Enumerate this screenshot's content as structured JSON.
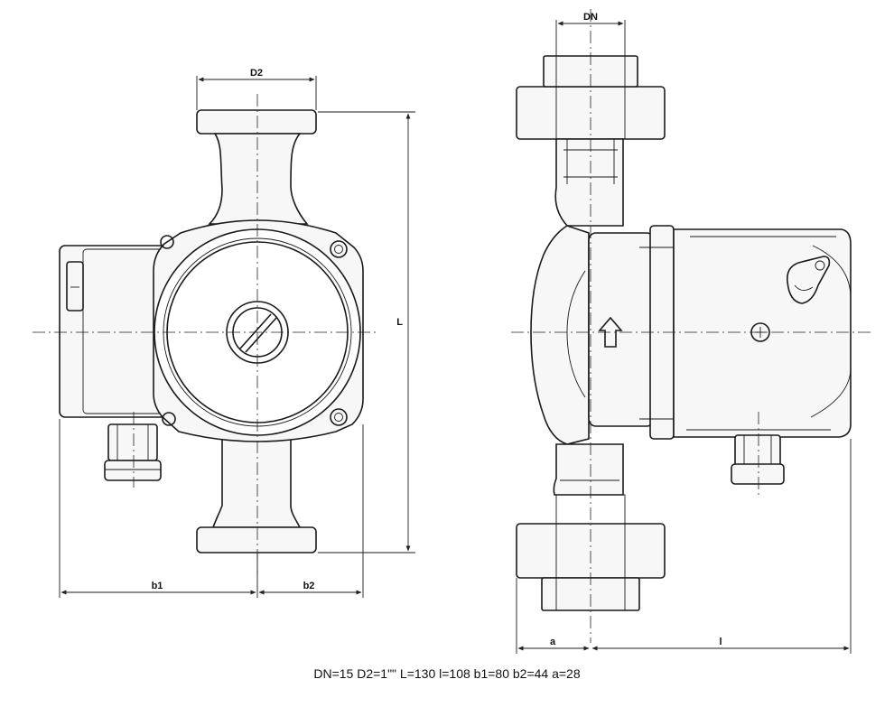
{
  "labels": {
    "front_d2": "D2",
    "front_L": "L",
    "front_b1": "b1",
    "front_b2": "b2",
    "side_dn": "DN",
    "side_a": "a",
    "side_l": "l"
  },
  "caption": "DN=15 D2=1\"\" L=130 l=108 b1=80 b2=44 a=28",
  "colors": {
    "line": "#1a1a1a",
    "fill": "#f7f7f7",
    "background": "#ffffff"
  }
}
